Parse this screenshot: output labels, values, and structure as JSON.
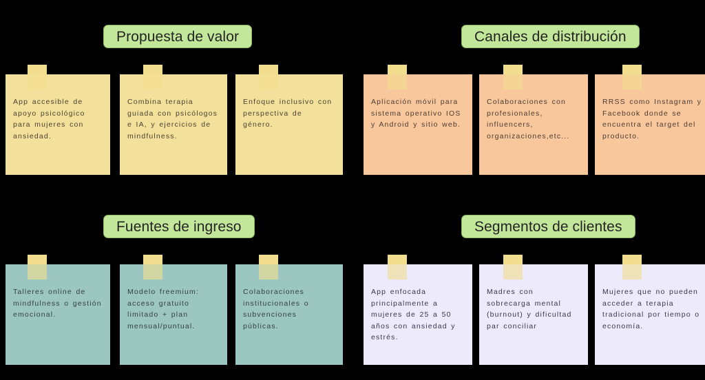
{
  "board": {
    "background_color": "#000000",
    "pill_color": "#c3e79a",
    "pill_border_color": "#8db866",
    "tape_color": "#f2dd8e"
  },
  "quadrants": [
    {
      "id": "propuesta-de-valor",
      "title": "Propuesta de valor",
      "card_color": "#f3e09a",
      "cards": [
        {
          "text": "App accesible de apoyo psicológico para mujeres con ansiedad."
        },
        {
          "text": "Combina terapia guiada con psicólogos e IA, y ejercicios de mindfulness."
        },
        {
          "text": "Enfoque inclusivo con perspectiva de género."
        }
      ]
    },
    {
      "id": "canales-de-distribucion",
      "title": "Canales de distribución",
      "card_color": "#f9c79c",
      "cards": [
        {
          "text": "Aplicación móvil para sistema operativo IOS y Android y sitio web."
        },
        {
          "text": "Colaboraciones con profesionales, influencers, organizaciones,etc..."
        },
        {
          "text": "RRSS como Instagram y Facebook donde se encuentra el target del producto."
        }
      ]
    },
    {
      "id": "fuentes-de-ingreso",
      "title": "Fuentes de ingreso",
      "card_color": "#9bc7c0",
      "cards": [
        {
          "text": "Talleres online de mindfulness o gestión emocional."
        },
        {
          "text": "Modelo freemium: acceso gratuito limitado + plan mensual/puntual."
        },
        {
          "text": "Colaboraciones institucionales o subvenciones públicas."
        }
      ]
    },
    {
      "id": "segmentos-de-clientes",
      "title": "Segmentos de clientes",
      "card_color": "#edeafb",
      "cards": [
        {
          "text": "App enfocada principalmente a mujeres de 25 a 50 años con ansiedad y estrés."
        },
        {
          "text": "Madres con sobrecarga mental (burnout) y dificultad par conciliar"
        },
        {
          "text": "Mujeres que no pueden acceder a terapia tradicional por tiempo o economía."
        }
      ]
    }
  ]
}
